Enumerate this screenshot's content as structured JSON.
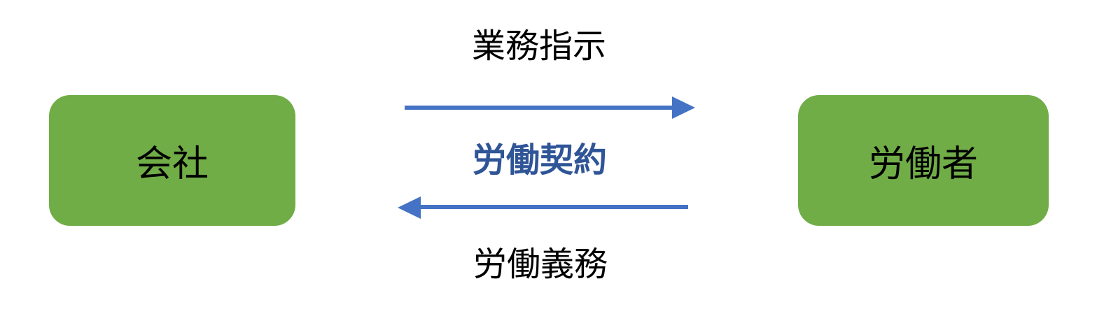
{
  "colors": {
    "node_green": "#70AD47",
    "arrow_blue": "#4472C4",
    "contract_blue": "#2F5597",
    "text_black": "#000000",
    "background_white": "#FFFFFF"
  },
  "nodes": {
    "company": {
      "label": "会社"
    },
    "worker": {
      "label": "労働者"
    }
  },
  "relations": {
    "instruction": {
      "label": "業務指示",
      "direction": "left-to-right"
    },
    "contract": {
      "label": "労働契約"
    },
    "duty": {
      "label": "労働義務",
      "direction": "right-to-left"
    }
  }
}
